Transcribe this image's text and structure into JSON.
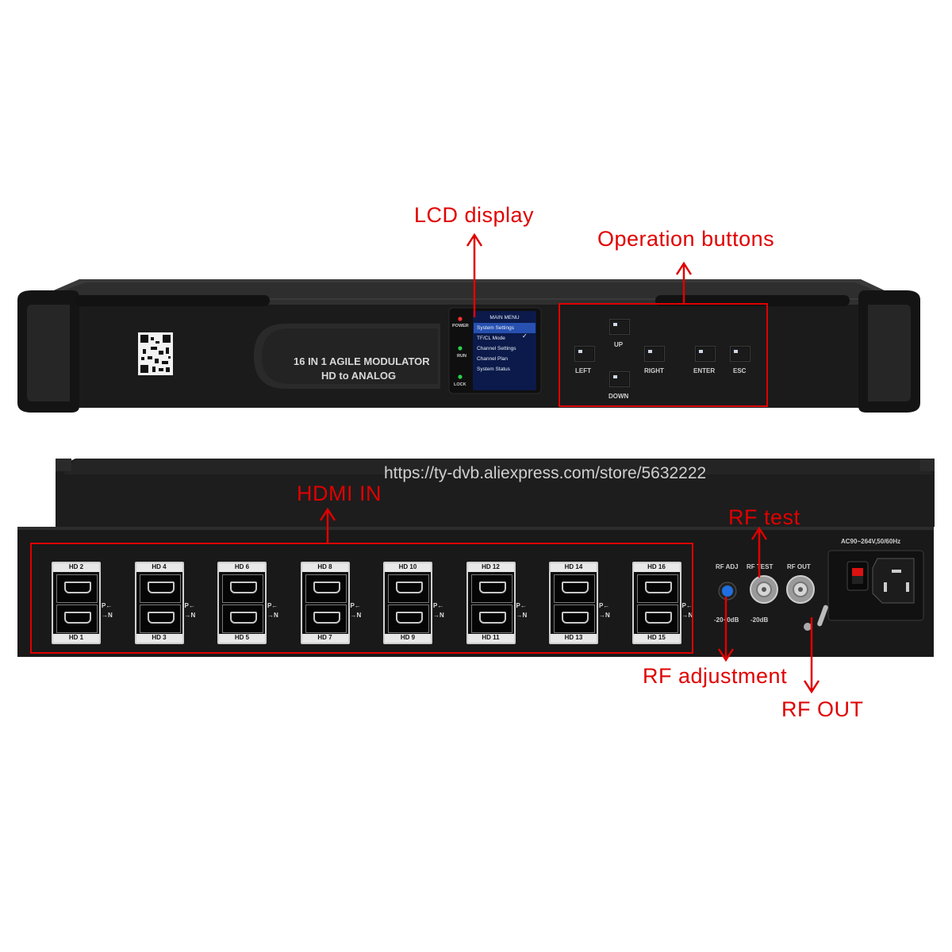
{
  "annotations": {
    "lcd_display": "LCD display",
    "operation_buttons": "Operation buttons",
    "hdmi_in": "HDMI IN",
    "rf_test": "RF test",
    "rf_adjustment": "RF adjustment",
    "rf_out": "RF OUT"
  },
  "watermark": "https://ty-dvb.aliexpress.com/store/5632222",
  "front": {
    "model_line1": "16 IN 1 AGILE MODULATOR",
    "model_line2": "HD to ANALOG",
    "leds": [
      "POWER",
      "RUN",
      "LOCK"
    ],
    "lcd_title": "MAIN MENU",
    "lcd_items": [
      "System Settings",
      "TF/CL Mode",
      "Channel Settings",
      "Channel Plan",
      "System Status"
    ],
    "buttons": {
      "up": "UP",
      "left": "LEFT",
      "right": "RIGHT",
      "down": "DOWN",
      "enter": "ENTER",
      "esc": "ESC"
    }
  },
  "rear": {
    "power_spec": "AC90~264V,50/60Hz",
    "rf_adj": "RF ADJ",
    "rf_test": "RF TEST",
    "rf_out": "RF OUT",
    "rf_adj_range": "-20~0dB",
    "rf_test_level": "-20dB",
    "pn_p": "P",
    "pn_n": "N",
    "hdmi_top": [
      "HD 2",
      "HD 4",
      "HD 6",
      "HD 8",
      "HD 10",
      "HD 12",
      "HD 14",
      "HD 16"
    ],
    "hdmi_bottom": [
      "HD 1",
      "HD 3",
      "HD 5",
      "HD 7",
      "HD 9",
      "HD 11",
      "HD 13",
      "HD 15"
    ]
  },
  "colors": {
    "annotation": "#e00000",
    "chassis": "#1f1f1f",
    "lcd": "#1a3a8a"
  }
}
